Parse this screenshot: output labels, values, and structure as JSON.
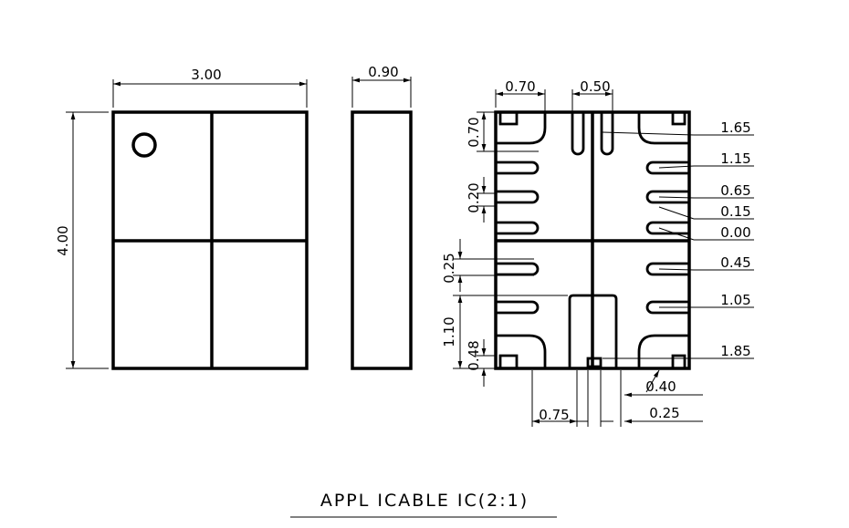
{
  "views": {
    "top": {
      "width_label": "3.00",
      "height_label": "4.00"
    },
    "side": {
      "thickness_label": "0.90"
    },
    "bottom": {
      "top_labels": {
        "pad_pitch": "0.70",
        "center_pad_width": "0.50"
      },
      "left_labels": {
        "top_pad_offset": "0.70",
        "pad_width_upper": "0.20",
        "pad_width_lower": "0.25",
        "center_pad_height": "1.10",
        "corner_pad": "0.48"
      },
      "right_labels": [
        {
          "value": "1.65"
        },
        {
          "value": "1.15"
        },
        {
          "value": "0.65"
        },
        {
          "value": "0.15"
        },
        {
          "value": "0.00"
        },
        {
          "value": "0.45"
        },
        {
          "value": "1.05"
        },
        {
          "value": "1.85"
        }
      ],
      "bottom_labels": {
        "center_pad_offset": "0.75",
        "small_pad_width": "0.40",
        "small_pad_gap": "0.25"
      }
    }
  },
  "caption": "APPL ICABLE IC(2:1)"
}
